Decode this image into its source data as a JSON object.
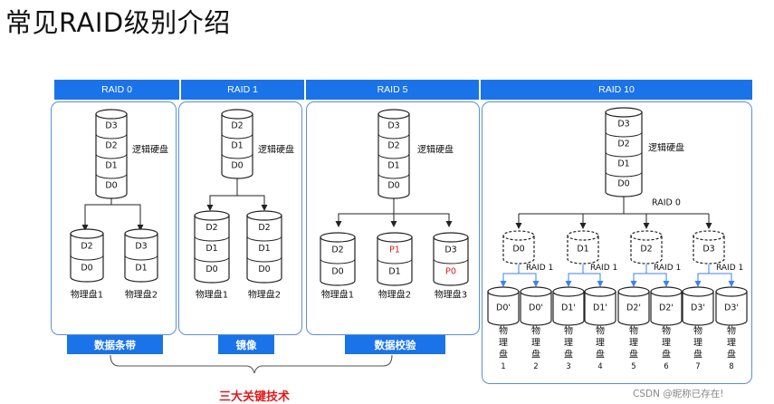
{
  "title": "常见RAID级别介绍",
  "colors": {
    "accent": "#1a73e8",
    "panel_border": "#5b8fd6",
    "arrow": "#3b82f6",
    "highlight": "#e01a1a"
  },
  "headers": [
    "RAID 0",
    "RAID 1",
    "RAID 5",
    "RAID 10"
  ],
  "logical_disk_label": "逻辑硬盘",
  "raid0": {
    "logical": [
      "D3",
      "D2",
      "D1",
      "D0"
    ],
    "disks": [
      {
        "blocks": [
          "D2",
          "D0"
        ],
        "label": "物理盘1"
      },
      {
        "blocks": [
          "D3",
          "D1"
        ],
        "label": "物理盘2"
      }
    ]
  },
  "raid1": {
    "logical": [
      "D2",
      "D1",
      "D0"
    ],
    "disks": [
      {
        "blocks": [
          "D2",
          "D1",
          "D0"
        ],
        "label": "物理盘1"
      },
      {
        "blocks": [
          "D2",
          "D1",
          "D0"
        ],
        "label": "物理盘2"
      }
    ]
  },
  "raid5": {
    "logical": [
      "D3",
      "D2",
      "D1",
      "D0"
    ],
    "disks": [
      {
        "blocks": [
          "D2",
          "D0"
        ],
        "parity": [
          false,
          false
        ],
        "label": "物理盘1"
      },
      {
        "blocks": [
          "P1",
          "D1"
        ],
        "parity": [
          true,
          false
        ],
        "label": "物理盘2"
      },
      {
        "blocks": [
          "D3",
          "P0"
        ],
        "parity": [
          false,
          true
        ],
        "label": "物理盘3"
      }
    ]
  },
  "raid10": {
    "logical": [
      "D3",
      "D2",
      "D1",
      "D0"
    ],
    "raid0_label": "RAID 0",
    "raid1_label": "RAID 1",
    "virtual": [
      "D0",
      "D1",
      "D2",
      "D3"
    ],
    "physical": [
      "D0'",
      "D0'",
      "D1'",
      "D1'",
      "D2'",
      "D2'",
      "D3'",
      "D3'"
    ],
    "physical_labels": [
      [
        "物",
        "理",
        "盘",
        "1"
      ],
      [
        "物",
        "理",
        "盘",
        "2"
      ],
      [
        "物",
        "理",
        "盘",
        "3"
      ],
      [
        "物",
        "理",
        "盘",
        "4"
      ],
      [
        "物",
        "理",
        "盘",
        "5"
      ],
      [
        "物",
        "理",
        "盘",
        "6"
      ],
      [
        "物",
        "理",
        "盘",
        "7"
      ],
      [
        "物",
        "理",
        "盘",
        "8"
      ]
    ]
  },
  "features": [
    "数据条带",
    "镜像",
    "数据校验"
  ],
  "key_tech": "三大关键技术",
  "watermark": "CSDN @昵称已存在!"
}
